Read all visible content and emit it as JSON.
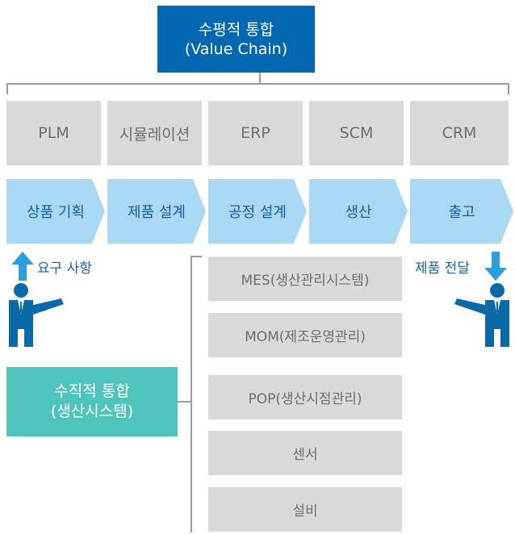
{
  "horizontal": {
    "title": "수평적 통합",
    "subtitle": "(Value Chain)"
  },
  "systems": [
    "PLM",
    "시뮬레이션",
    "ERP",
    "SCM",
    "CRM"
  ],
  "stages": [
    "상품 기획",
    "제품 설계",
    "공정 설계",
    "생산",
    "출고"
  ],
  "requirements_label": "요구 사항",
  "delivery_label": "제품 전달",
  "vertical": {
    "title": "수직적  통합",
    "subtitle": "(생산시스템)"
  },
  "layers": [
    "MES(생산관리시스템)",
    "MOM(제조운영관리)",
    "POP(생산시점관리)",
    "센서",
    "설비"
  ],
  "colors": {
    "horizontal_box": "#0067b1",
    "vertical_box": "#4fc4bc",
    "chevron": "#a9d8f4",
    "system_box": "#d9d9d9",
    "arrow": "#2b9ee1",
    "person": "#0a6aa8"
  }
}
